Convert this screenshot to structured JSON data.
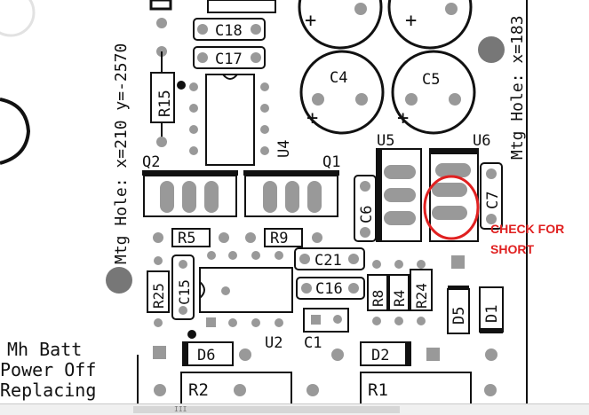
{
  "board": {
    "left_labels": [
      "Mtg",
      "Hole:",
      "x=210",
      "y=-2570"
    ],
    "right_label": "Mtg Hole: x=183",
    "bottom_left_text": [
      "Mh Batt",
      "Power Off",
      "Replacing"
    ],
    "components": {
      "c18": "C18",
      "c17": "C17",
      "r15": "R15",
      "c4": "C4",
      "c5": "C5",
      "u4": "U4",
      "u5": "U5",
      "u6": "U6",
      "q2": "Q2",
      "q1": "Q1",
      "c6": "C6",
      "c7": "C7",
      "r5": "R5",
      "r9": "R9",
      "c21": "C21",
      "c16": "C16",
      "r25": "R25",
      "c15": "C15",
      "r8": "R8",
      "r4": "R4",
      "r24": "R24",
      "d5": "D5",
      "d1": "D1",
      "u2": "U2",
      "c1": "C1",
      "d6": "D6",
      "d2": "D2",
      "r2": "R2",
      "r1": "R1"
    },
    "plus_sign": "+",
    "annotation": {
      "line1": "CHECK FOR",
      "line2": "SHORT",
      "color": "#e02020"
    }
  },
  "scrollbar": {
    "grip": "III"
  }
}
